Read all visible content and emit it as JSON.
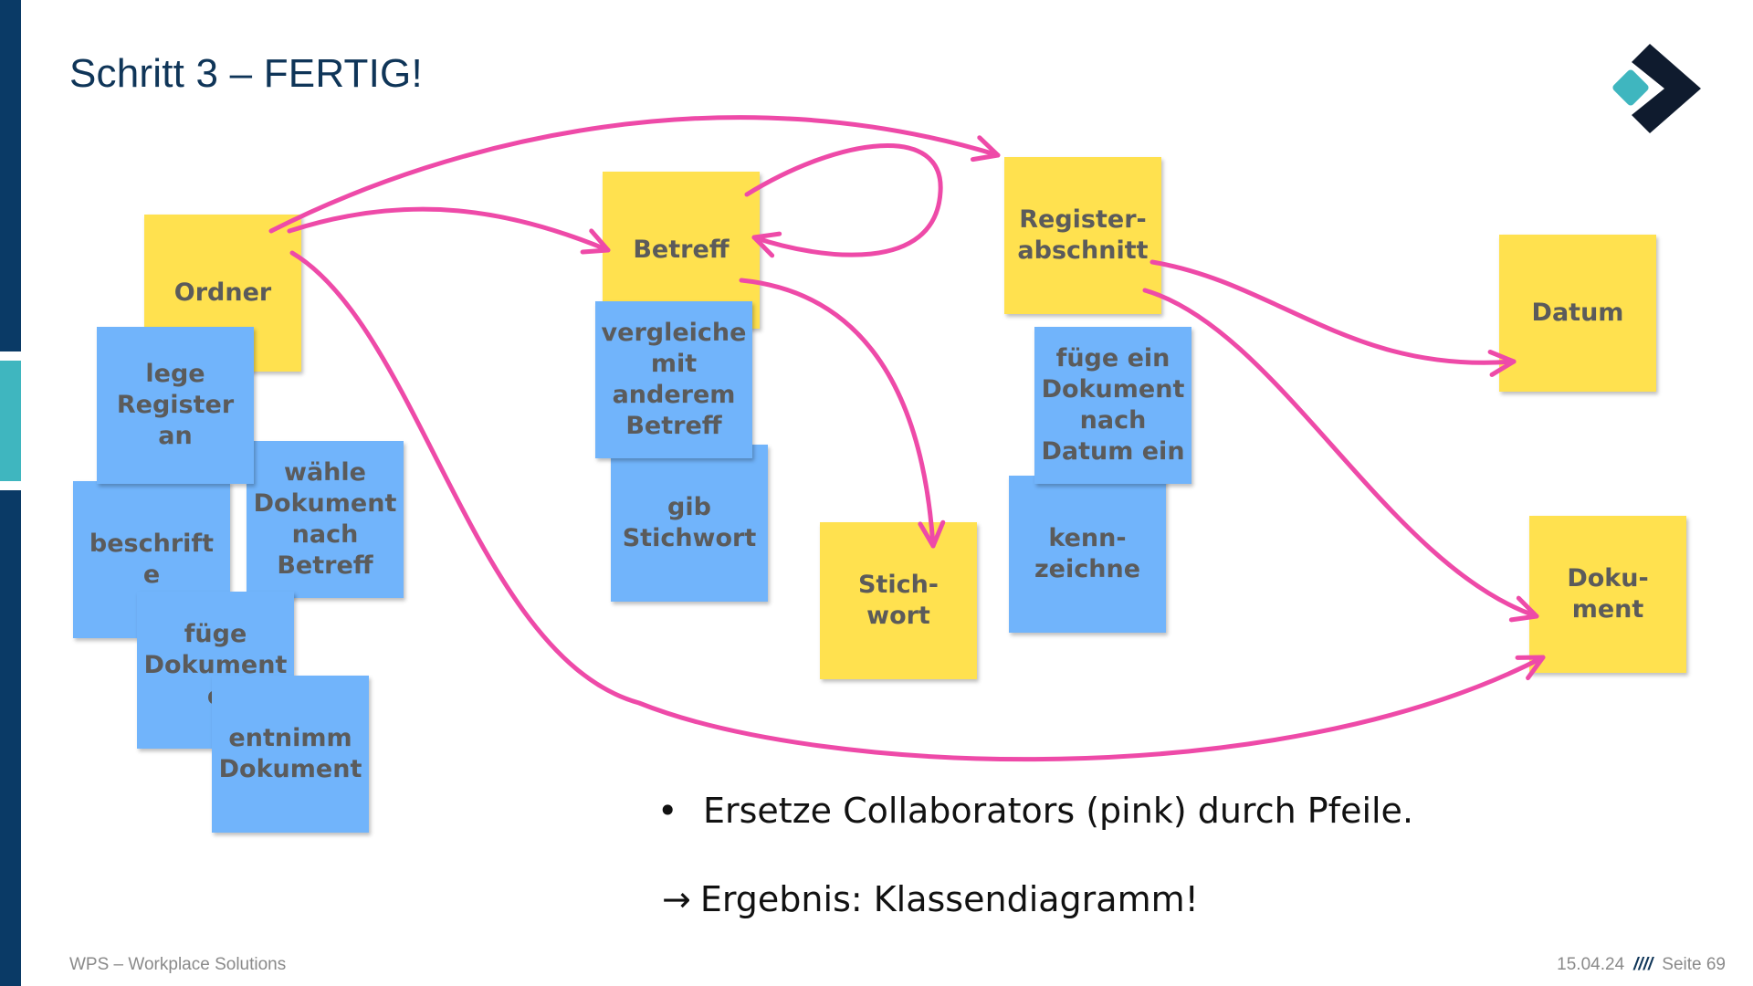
{
  "slide": {
    "title": "Schritt 3 – FERTIG!",
    "footer_company": "WPS – Workplace Solutions",
    "footer_date": "15.04.24",
    "footer_separator": "////",
    "footer_page": "Seite 69"
  },
  "colors": {
    "sidebar_dark": "#0a3a66",
    "sidebar_teal": "#3fb6bf",
    "title_navy": "#0f3558",
    "sticky_yellow": "#ffe14f",
    "sticky_blue": "#71b4fb",
    "arrow_pink": "#ee4aa8",
    "logo_navy": "#0f1b2e",
    "logo_teal": "#3fb6bf"
  },
  "notes": {
    "ordner": "Ordner",
    "lege_register": "lege\nRegister\nan",
    "beschrifte": "beschrift\ne",
    "waehle": "wähle\nDokument\nnach\nBetreff",
    "fuege_dokument": "füge\nDokument\ne",
    "entnimm": "entnimm\nDokument",
    "betreff": "Betreff",
    "vergleiche": "vergleiche\nmit\nanderem\nBetreff",
    "gib_stichwort": "gib\nStichwort",
    "stichwort": "Stich-\nwort",
    "registerabschnitt": "Register-\nabschnitt",
    "fuege_ein": "füge ein\nDokument\nnach\nDatum ein",
    "kennzeichne": "kenn-\nzeichne",
    "datum": "Datum",
    "dokument": "Doku-\nment"
  },
  "text": {
    "bullet_symbol": "•",
    "bullet": "Ersetze Collaborators (pink) durch Pfeile.",
    "result_arrow": "→",
    "result": "Ergebnis: Klassendiagramm!"
  }
}
